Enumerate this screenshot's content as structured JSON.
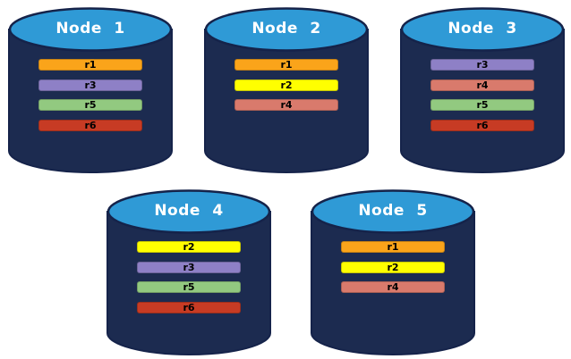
{
  "colors": {
    "background": "#ffffff",
    "cylinder_body": "#1c2b50",
    "cylinder_top": "#2f9ad6",
    "cylinder_outline": "#15234a",
    "node_label_text": "#ffffff",
    "replica_text": "#000000",
    "replica_fill": {
      "r1": "#faa41a",
      "r2": "#ffff00",
      "r3": "#8e80c6",
      "r4": "#d97a6c",
      "r5": "#92c980",
      "r6": "#c73b24"
    }
  },
  "nodes": [
    {
      "label": "Node 1",
      "replicas": [
        "r1",
        "r3",
        "r5",
        "r6"
      ]
    },
    {
      "label": "Node 2",
      "replicas": [
        "r1",
        "r2",
        "r4"
      ]
    },
    {
      "label": "Node 3",
      "replicas": [
        "r3",
        "r4",
        "r5",
        "r6"
      ]
    },
    {
      "label": "Node 4",
      "replicas": [
        "r2",
        "r3",
        "r5",
        "r6"
      ]
    },
    {
      "label": "Node 5",
      "replicas": [
        "r1",
        "r2",
        "r4"
      ]
    }
  ]
}
